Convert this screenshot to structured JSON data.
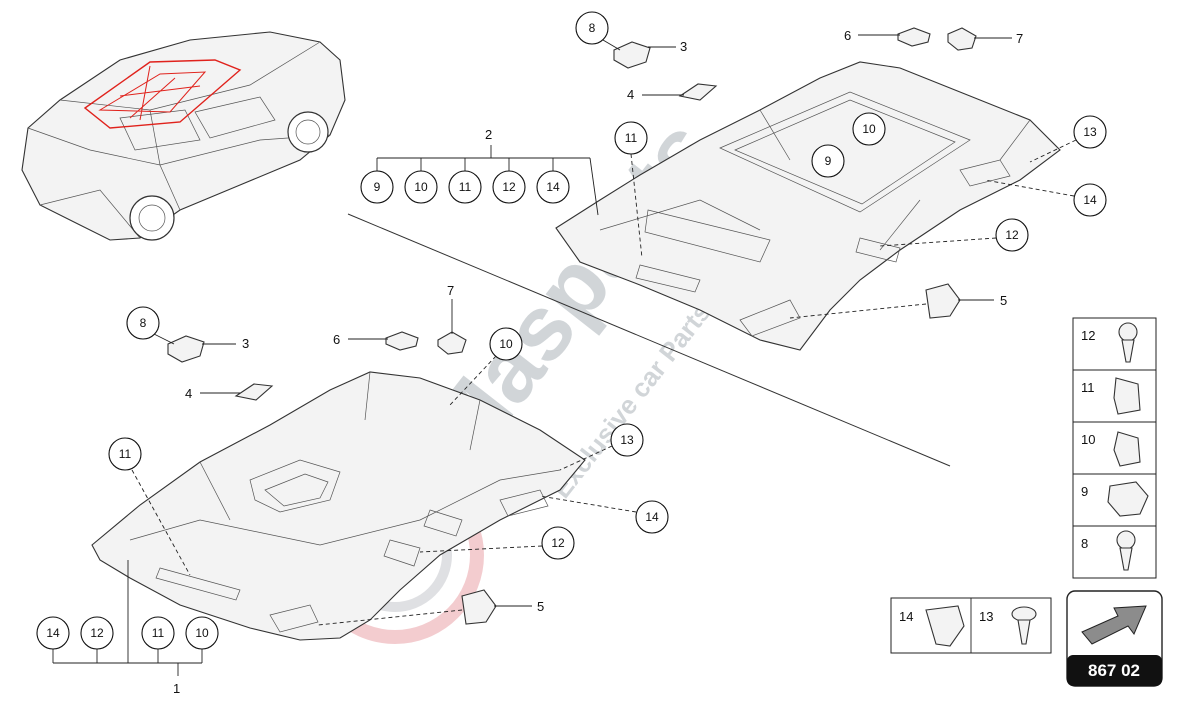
{
  "diagram_number": "867 02",
  "watermark": {
    "brand": "Masparts",
    "tagline": "Exclusive car Parts Specialist"
  },
  "upper_assembly_labels": {
    "c8": "8",
    "n3": "3",
    "n4": "4",
    "n6": "6",
    "n7": "7",
    "c10": "10",
    "c9": "9",
    "c11": "11",
    "c13": "13",
    "c14": "14",
    "c12": "12",
    "n5": "5",
    "group2": "2",
    "group2_items": [
      "9",
      "10",
      "11",
      "12",
      "14"
    ]
  },
  "lower_assembly_labels": {
    "c8": "8",
    "n3": "3",
    "n4": "4",
    "n6": "6",
    "n7": "7",
    "c10": "10",
    "c11": "11",
    "c13": "13",
    "c14": "14",
    "c12": "12",
    "n5": "5",
    "group1": "1",
    "group1_items": [
      "14",
      "12",
      "11",
      "10"
    ]
  },
  "legend_right": [
    "12",
    "11",
    "10",
    "9",
    "8"
  ],
  "legend_bottom": [
    "14",
    "13"
  ]
}
